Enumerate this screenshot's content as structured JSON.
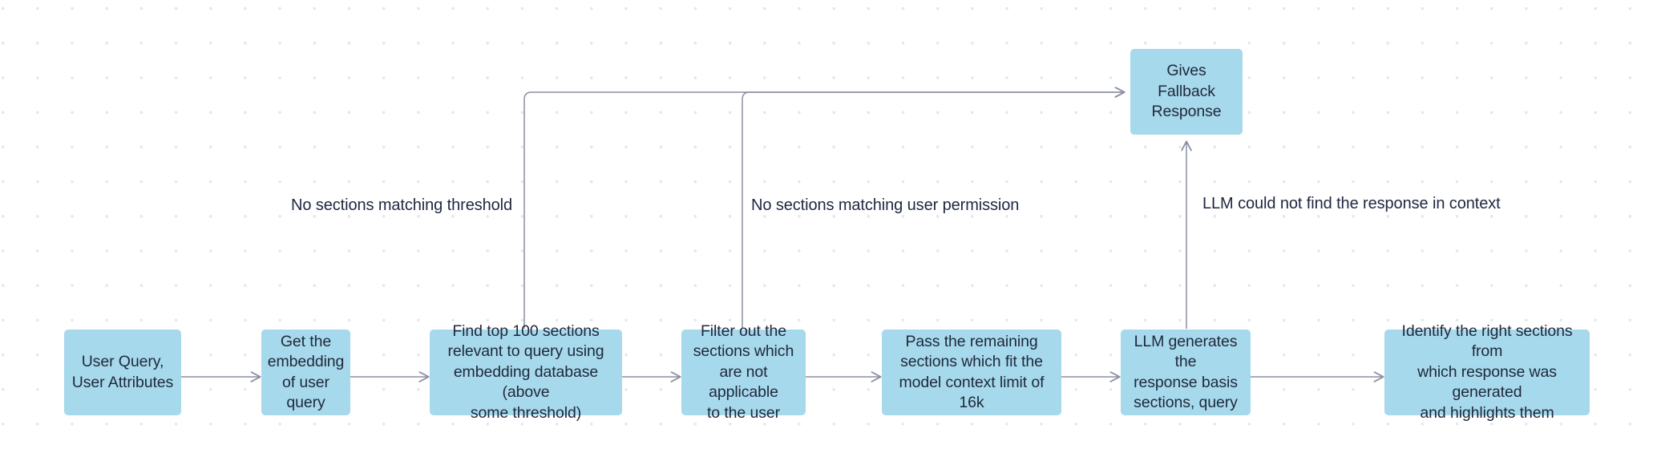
{
  "diagram": {
    "title": "RAG retrieval and response pipeline",
    "colors": {
      "node_fill": "#a6d9ec",
      "node_text": "#21293c",
      "edge_stroke": "#8b8fa3",
      "label_text": "#1f2740",
      "background": "#ffffff",
      "grid_dot": "#e4e5ea"
    },
    "nodes": [
      {
        "id": "user-query",
        "label": "User Query,\nUser Attributes"
      },
      {
        "id": "get-embedding",
        "label": "Get the\nembedding\nof user\nquery"
      },
      {
        "id": "find-sections",
        "label": "Find top 100 sections\nrelevant to query using\nembedding database (above\nsome threshold)"
      },
      {
        "id": "filter-sections",
        "label": "Filter out the\nsections which\nare not applicable\nto the user"
      },
      {
        "id": "pass-sections",
        "label": "Pass the remaining\nsections which fit the\nmodel context limit of 16k"
      },
      {
        "id": "llm-generates",
        "label": "LLM generates the\nresponse basis\nsections, query"
      },
      {
        "id": "identify-sections",
        "label": "Identify the right sections from\nwhich response was generated\nand highlights them"
      },
      {
        "id": "fallback-response",
        "label": "Gives Fallback\nResponse"
      }
    ],
    "edge_labels": [
      {
        "id": "no-sections-threshold",
        "text": "No sections matching threshold"
      },
      {
        "id": "no-sections-permission",
        "text": "No sections matching user permission"
      },
      {
        "id": "llm-no-response",
        "text": "LLM could not find the response in context"
      }
    ]
  }
}
